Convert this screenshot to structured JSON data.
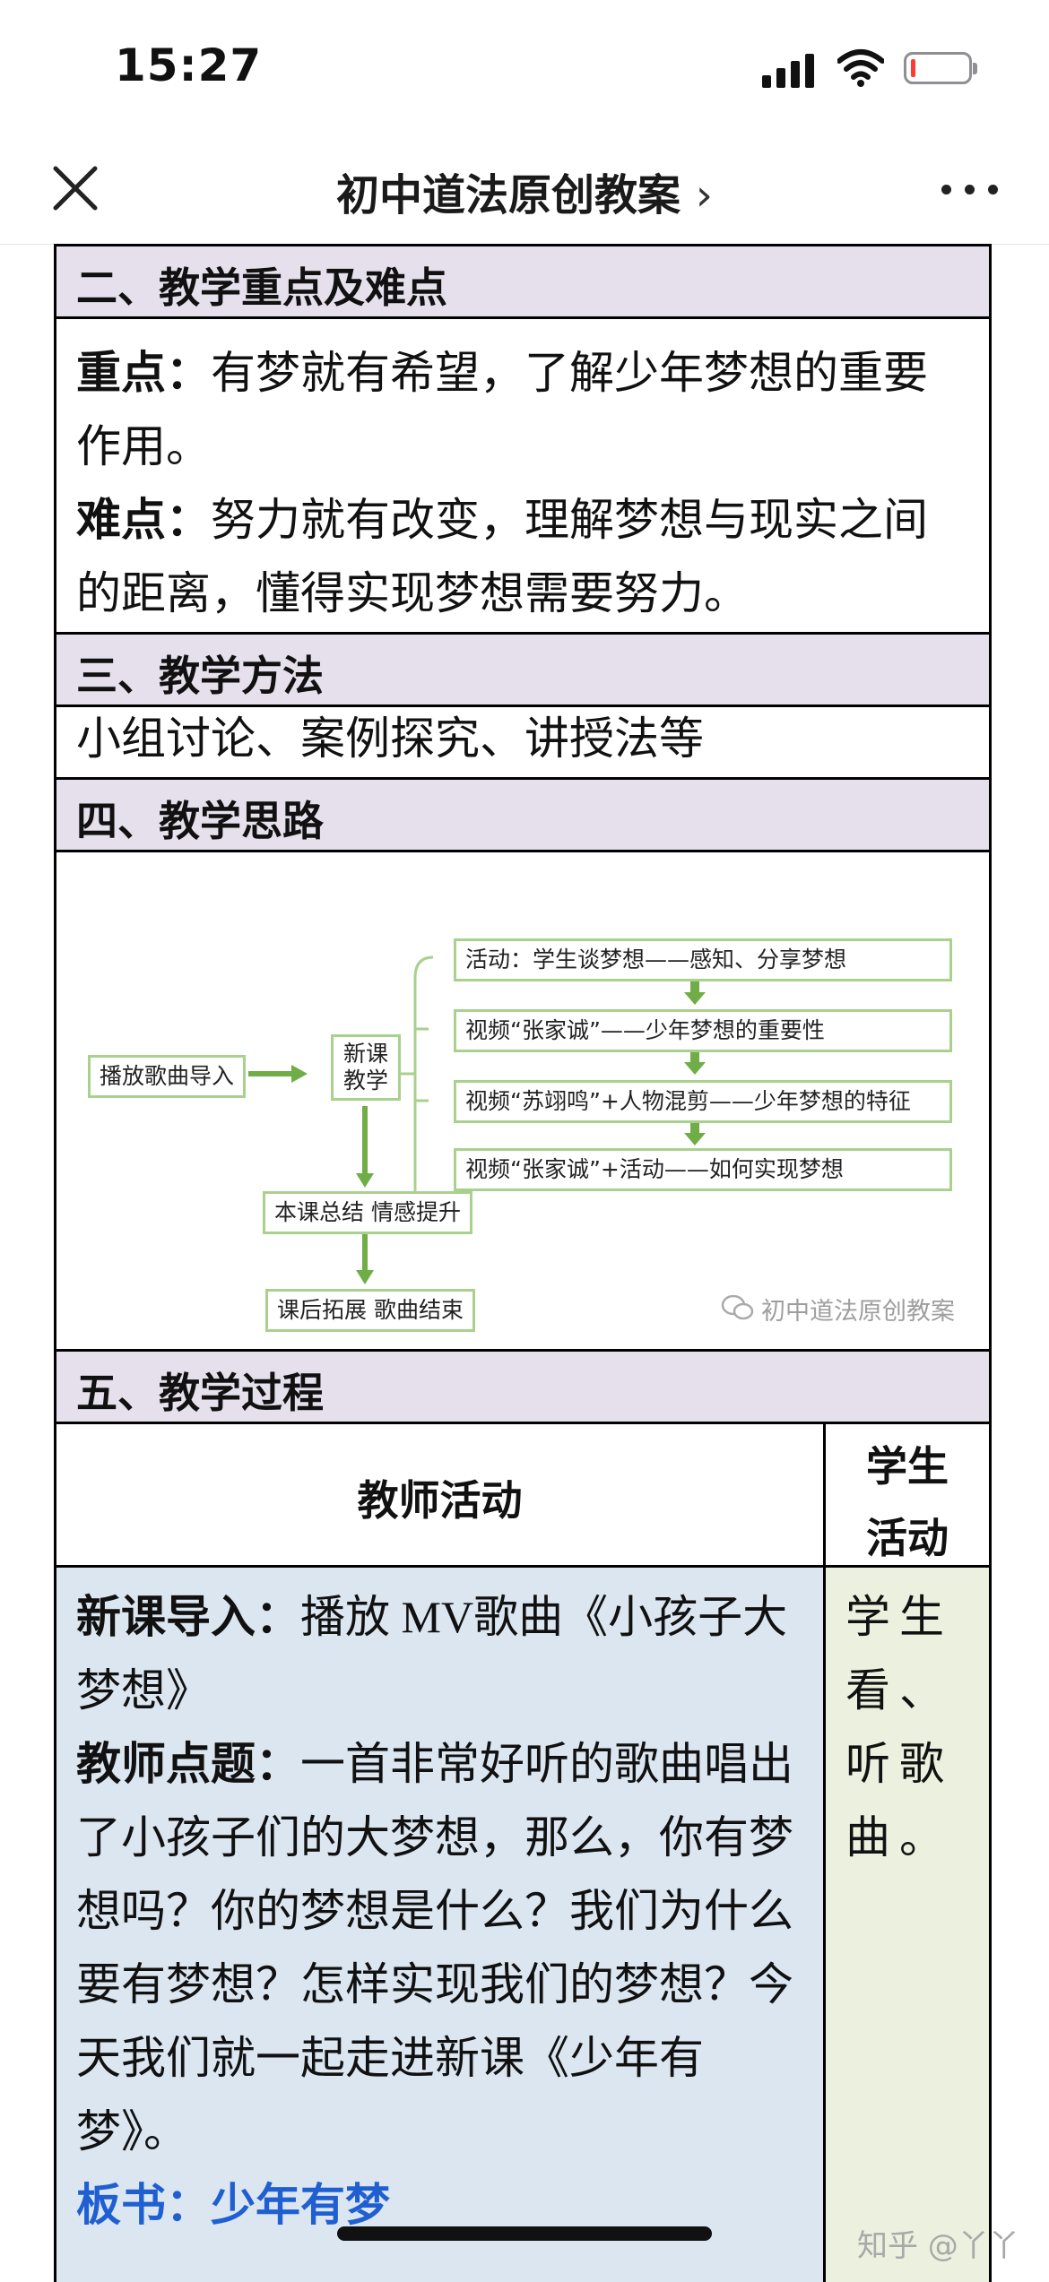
{
  "status_bar": {
    "time": "15:27",
    "battery_color": "#ff3b30"
  },
  "nav": {
    "title": "初中道法原创教案",
    "title_chevron": "›",
    "close_icon": "close-icon",
    "more_icon": "more-icon"
  },
  "sections": {
    "s2": {
      "title": "二、教学重点及难点",
      "key_label": "重点：",
      "key_text": "有梦就有希望，了解少年梦想的重要作用。",
      "difficult_label": "难点：",
      "difficult_text": "努力就有改变，理解梦想与现实之间的距离，懂得实现梦想需要努力。"
    },
    "s3": {
      "title": "三、教学方法",
      "text": "小组讨论、案例探究、讲授法等"
    },
    "s4": {
      "title": "四、教学思路",
      "diagram": {
        "start": "播放歌曲导入",
        "middle_line1": "新课",
        "middle_line2": "教学",
        "branches": [
          "活动：学生谈梦想——感知、分享梦想",
          "视频“张家诚”——少年梦想的重要性",
          "视频“苏翊鸣”+人物混剪——少年梦想的特征",
          "视频“张家诚”+活动——如何实现梦想"
        ],
        "summary": "本课总结 情感提升",
        "end": "课后拓展 歌曲结束",
        "watermark": "初中道法原创教案",
        "box_border_color": "#a9d18e",
        "arrow_color": "#70ad47"
      }
    },
    "s5": {
      "title": "五、教学过程",
      "teacher_header": "教师活动",
      "student_header_line1": "学生",
      "student_header_line2": "活动",
      "intro_label": "新课导入：",
      "intro_text": "播放 MV歌曲《小孩子大梦想》",
      "point_label": "教师点题：",
      "point_text": "一首非常好听的歌曲唱出了小孩子们的大梦想，那么，你有梦想吗？你的梦想是什么？我们为什么要有梦想？怎样实现我们的梦想？今天我们就一起走进新课《少年有梦》。",
      "board_text": "板书：少年有梦",
      "student_text": "学生看、听歌曲。",
      "teacher_bg": "#dce6f1",
      "student_bg": "#ebf1de"
    }
  },
  "footer": {
    "zhihu_mark": "知乎 @丫丫"
  }
}
